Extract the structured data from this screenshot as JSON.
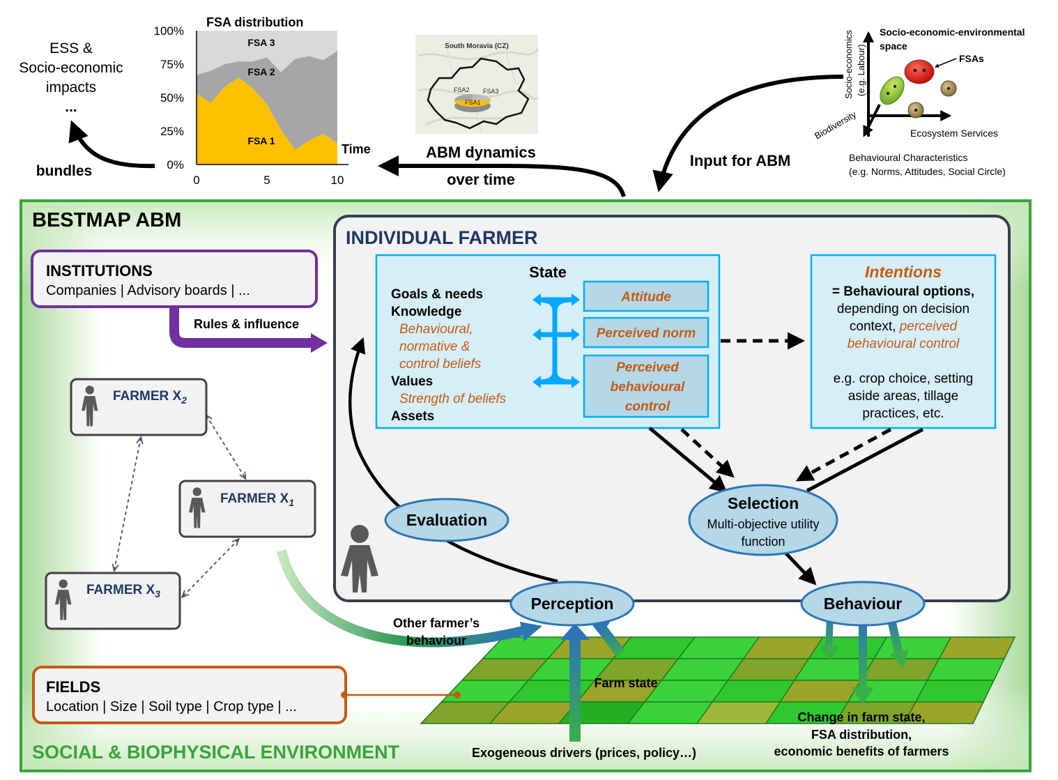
{
  "top": {
    "impacts_lines": [
      "ESS &",
      "Socio-economic",
      "impacts",
      "..."
    ],
    "bundles": "bundles",
    "abm_dynamics": [
      "ABM dynamics",
      "over time"
    ],
    "input_for_abm": "Input for ABM"
  },
  "fsa_chart": {
    "title": "FSA distribution",
    "xlabel": "Time",
    "y_ticks": [
      "100%",
      "75%",
      "50%",
      "25%",
      "0%"
    ],
    "x_ticks": [
      "0",
      "5",
      "10"
    ],
    "area_labels": [
      "FSA 3",
      "FSA 2",
      "FSA 1"
    ]
  },
  "chart_data": {
    "type": "area",
    "title": "FSA distribution",
    "xlabel": "Time",
    "ylabel": "",
    "ylim": [
      0,
      100
    ],
    "xlim": [
      0,
      10
    ],
    "x": [
      0,
      1,
      2,
      3,
      4,
      5,
      6,
      7,
      8,
      9,
      10
    ],
    "series": [
      {
        "name": "FSA 1",
        "values": [
          53,
          46,
          58,
          65,
          57,
          45,
          26,
          11,
          18,
          23,
          16
        ]
      },
      {
        "name": "FSA 2",
        "values": [
          14,
          24,
          17,
          12,
          20,
          35,
          43,
          68,
          63,
          55,
          69
        ]
      },
      {
        "name": "FSA 3",
        "values": [
          33,
          30,
          25,
          23,
          23,
          20,
          31,
          21,
          19,
          22,
          15
        ]
      }
    ],
    "colors": [
      "#ffc000",
      "#a6a6a6",
      "#d9d9d9"
    ],
    "stacked": true,
    "grid": false
  },
  "map": {
    "title": "South Moravia (CZ)",
    "labels": [
      "FSA2",
      "FSA3",
      "FSA1"
    ]
  },
  "space": {
    "title": [
      "Socio-economic-environmental",
      "space"
    ],
    "fsas_label": "FSAs",
    "y_axis": [
      "Socio-economics",
      "(e.g. Labour)"
    ],
    "z_axis": "Biodiversity",
    "x_axis": "Ecosystem Services",
    "behav": [
      "Behavioural Characteristics",
      "(e.g. Norms, Attitudes, Social Circle)"
    ]
  },
  "abm": {
    "title": "BESTMAP ABM",
    "environment": "SOCIAL & BIOPHYSICAL  ENVIRONMENT"
  },
  "institutions": {
    "title": "INSTITUTIONS",
    "subtitle": "Companies | Advisory boards | ...",
    "rules": "Rules & influence"
  },
  "farmers": {
    "x2": "FARMER X",
    "x2_sub": "2",
    "x1": "FARMER X",
    "x1_sub": "1",
    "x3": "FARMER X",
    "x3_sub": "3"
  },
  "individual": {
    "title": "INDIVIDUAL FARMER",
    "state_title": "State",
    "state_lines": [
      {
        "text": "Goals & needs",
        "style": "b"
      },
      {
        "text": "Knowledge",
        "style": "b"
      },
      {
        "text": "Behavioural,",
        "style": "or"
      },
      {
        "text": "normative &",
        "style": "or"
      },
      {
        "text": "control beliefs",
        "style": "or"
      },
      {
        "text": "Values",
        "style": "b"
      },
      {
        "text": "Strength of beliefs",
        "style": "or"
      },
      {
        "text": "Assets",
        "style": "b"
      }
    ],
    "attitude": "Attitude",
    "perceived_norm": "Perceived norm",
    "pbc": [
      "Perceived",
      "behavioural",
      "control"
    ],
    "intentions_title": "Intentions",
    "intentions_bold": "= Behavioural options,",
    "intentions_l2": "depending on decision",
    "intentions_l3a": "context, ",
    "intentions_l3b": "perceived",
    "intentions_l4": "behavioural control",
    "intentions_eg": [
      "e.g. crop choice, setting",
      "aside areas, tillage",
      "practices, etc."
    ],
    "evaluation": "Evaluation",
    "selection": "Selection",
    "selection_sub": [
      "Multi-objective utility",
      "function"
    ],
    "perception": "Perception",
    "behaviour": "Behaviour"
  },
  "env": {
    "other_farmers": [
      "Other farmer’s",
      "behaviour"
    ],
    "farm_state": "Farm state",
    "exogenous": "Exogeneous drivers (prices, policy…)",
    "change": [
      "Change in farm state,",
      "FSA distribution,",
      "economic benefits of farmers"
    ]
  },
  "fields": {
    "title": "FIELDS",
    "subtitle": "Location | Size | Soil type | Crop type | ..."
  }
}
